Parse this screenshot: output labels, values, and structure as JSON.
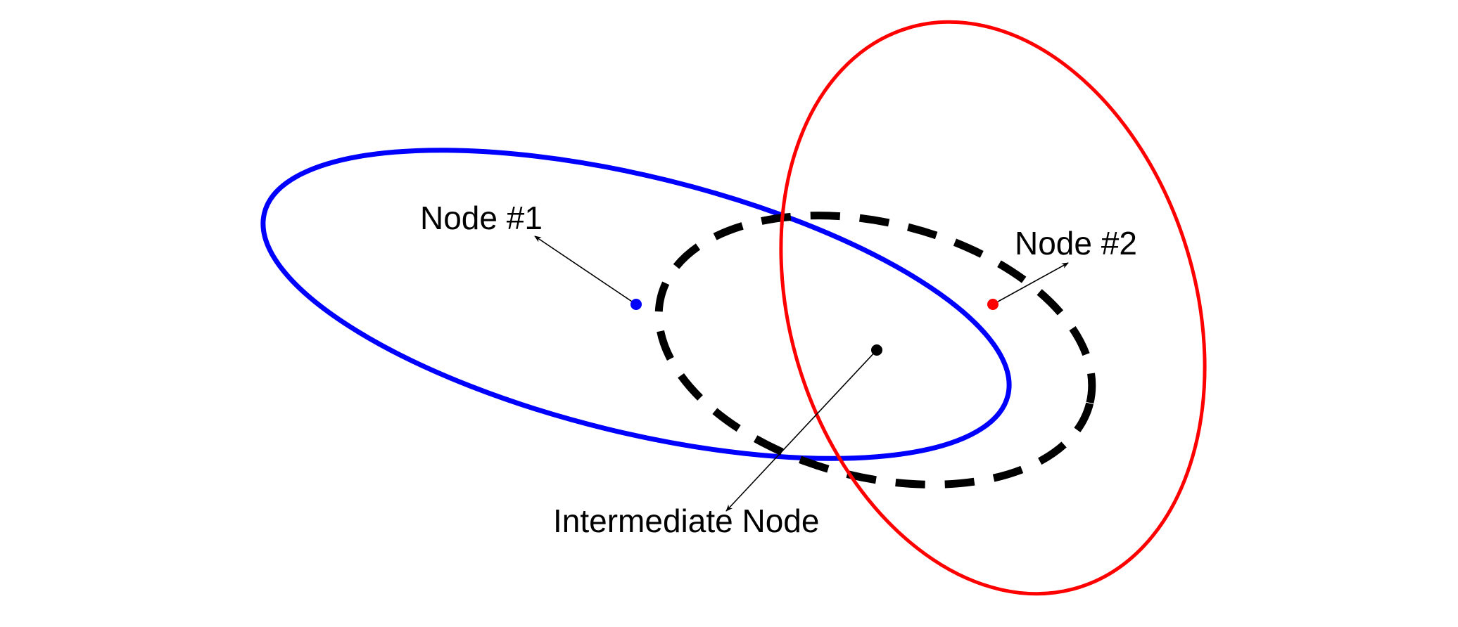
{
  "colors": {
    "background": "#ffffff",
    "node1": "#0000ff",
    "node2": "#ff0000",
    "intermediate": "#000000",
    "arrow": "#000000"
  },
  "labels": {
    "node1": "Node #1",
    "node2": "Node #2",
    "intermediate": "Intermediate Node"
  }
}
